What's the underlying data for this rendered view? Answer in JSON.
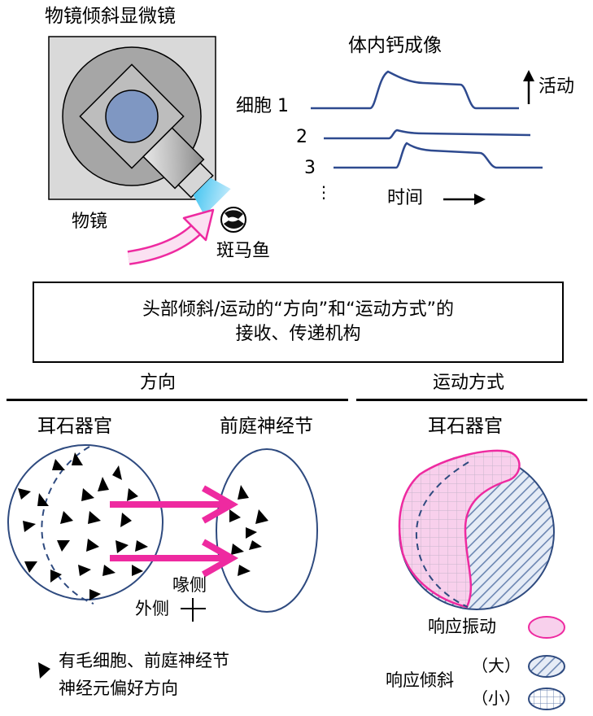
{
  "top": {
    "microscope_title": "物镜倾斜显微镜",
    "objective_label": "物镜",
    "zebrafish_label": "斑马鱼",
    "imaging_title": "体内钙成像",
    "cell1_label": "细胞 1",
    "cell2_label": "2",
    "cell3_label": "3",
    "ellipsis": "⋮",
    "activity_label": "活动",
    "time_label": "时间"
  },
  "main_box": {
    "line1": "头部倾斜/运动的“方向”和“运动方式”的",
    "line2": "接收、传递机构"
  },
  "direction": {
    "header": "方向",
    "otolith_label": "耳石器官",
    "ganglion_label": "前庭神经节",
    "rostral_label": "喙侧",
    "lateral_label": "外侧"
  },
  "motion": {
    "header": "运动方式",
    "otolith_label": "耳石器官"
  },
  "legend": {
    "hair_cell_line1": "有毛细胞、前庭神经节",
    "hair_cell_line2": "神经元偏好方向",
    "vibration_label": "响应振动",
    "tilt_label": "响应倾斜",
    "large_label": "（大）",
    "small_label": "（小）"
  },
  "colors": {
    "magenta": "#ee2aa0",
    "outline_blue": "#2e4a7f",
    "trace_blue": "#2e4a8f",
    "light_pink": "#f8d0ec",
    "light_blue": "#cfdcf0",
    "blue_fill": "#7791b8",
    "gray_outer": "#a6a6a6",
    "gray_light": "#d9d9d9"
  }
}
